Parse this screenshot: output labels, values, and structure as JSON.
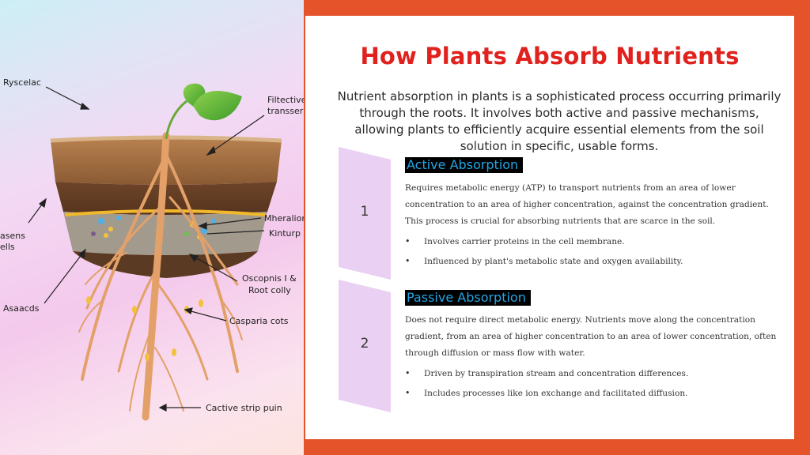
{
  "illustration": {
    "labels": {
      "ryscelac": "Ryscelac",
      "filtective": "Filtective",
      "transser": "transser",
      "mheralion": "Mheralion",
      "kinturp": "Kinturp",
      "asens": "asens",
      "ells": "ells",
      "oscopnis": "Oscopnis I &",
      "root_colly": "Root colly",
      "asaacds": "Asaacds",
      "casparia": "Casparia cots",
      "cactive": "Cactive strip puin"
    }
  },
  "slide": {
    "title": "How Plants Absorb Nutrients",
    "intro": "Nutrient absorption in plants is a sophisticated process occurring primarily through the roots. It involves both active and passive mechanisms, allowing plants to efficiently acquire essential elements from the soil solution in specific, usable forms."
  },
  "sections": [
    {
      "number": "1",
      "heading": "Active Absorption",
      "body": "Requires metabolic energy (ATP) to transport nutrients from an area of lower concentration to an area of higher concentration, against the concentration gradient. This process is crucial for absorbing nutrients that are scarce in the soil.",
      "bullets": [
        "Involves carrier proteins in the cell membrane.",
        "Influenced by plant's metabolic state and oxygen availability."
      ]
    },
    {
      "number": "2",
      "heading": "Passive Absorption",
      "body": "Does not require direct metabolic energy. Nutrients move along the concentration gradient, from an area of higher concentration to an area of lower concentration, often through diffusion or mass flow with water.",
      "bullets": [
        "Driven by transpiration stream and concentration differences.",
        "Includes processes like ion exchange and facilitated diffusion."
      ]
    }
  ],
  "colors": {
    "accent": "#e4532a",
    "title": "#e0211d",
    "heading_text": "#22a6e6",
    "heading_bg": "#000000",
    "chevron": "#ead0f2"
  }
}
